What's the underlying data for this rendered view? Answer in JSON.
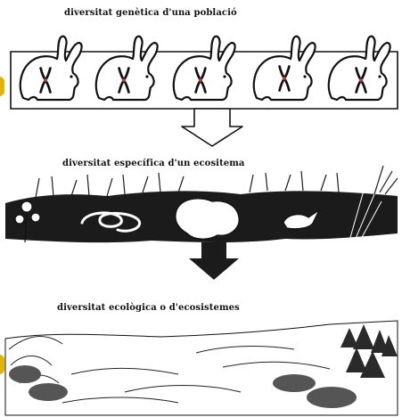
{
  "labels": {
    "genetic": "diversitat genètica d'una població",
    "specific": "diversitat específica d'un ecositema",
    "ecological": "diversitat ecològica o d'ecosistemes"
  },
  "colors": {
    "accent": "#e2b400",
    "ink": "#111111"
  }
}
